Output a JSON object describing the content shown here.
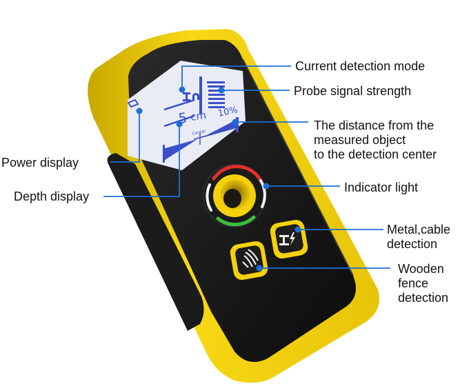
{
  "callouts": {
    "mode": "Current detection mode",
    "probe": "Probe signal strength",
    "distance": "The distance from the\nmeasured object\nto the detection center",
    "power": "Power display",
    "depth": "Depth display",
    "indicator": "Indicator light",
    "metal": "Metal,cable\ndetection",
    "wood": "Wooden\nfence\ndetection"
  },
  "lcd": {
    "depth_value": "5",
    "depth_unit": "cm",
    "percent": "10%",
    "center": "Center"
  },
  "colors": {
    "body_yellow": "#f5d10c",
    "body_black": "#161616",
    "lcd_bg": "#e9ecf4",
    "lcd_segment": "#3a4fc9",
    "callout_line": "#1c6fd6",
    "ring_red": "#e0302a",
    "ring_green": "#3bbf3b"
  }
}
